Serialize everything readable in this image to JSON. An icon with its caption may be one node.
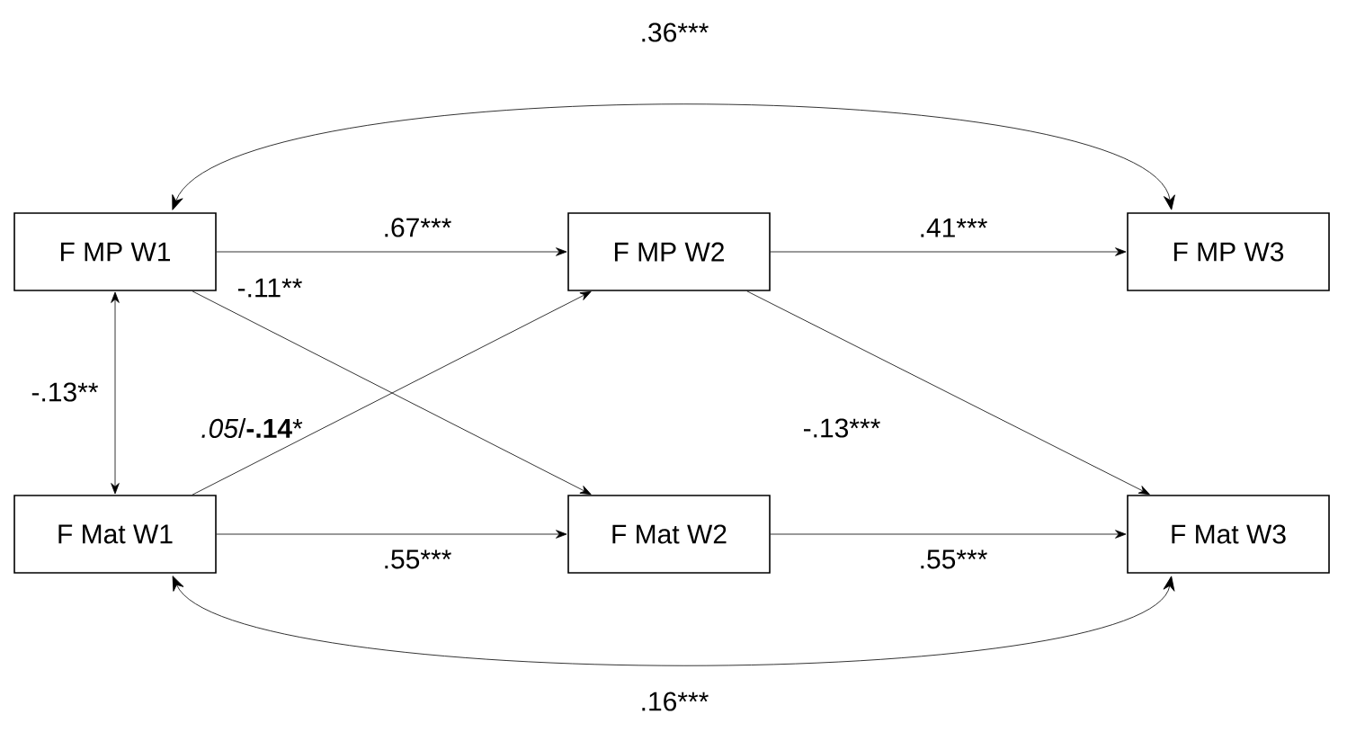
{
  "diagram": {
    "nodes": [
      {
        "text": [
          "F MP W1"
        ]
      },
      {
        "text": [
          "F MP W2"
        ]
      },
      {
        "text": [
          "F MP W3"
        ]
      },
      {
        "text": [
          "F Mat W1"
        ]
      },
      {
        "text": [
          "F Mat W2"
        ]
      },
      {
        "text": [
          "F Mat W3"
        ]
      }
    ],
    "edges": [
      {
        "from": 0,
        "to": 1,
        "arrow": "to",
        "label": ".67***"
      },
      {
        "from": 1,
        "to": 2,
        "arrow": "to",
        "label": ".41***"
      },
      {
        "from": 0,
        "to": 4,
        "arrow": "to",
        "label": "-.11**"
      },
      {
        "from": 3,
        "to": 1,
        "arrow": "to",
        "label": "*.05*/**-.14***"
      },
      {
        "from": 3,
        "to": 4,
        "arrow": "to",
        "label": ".55***"
      },
      {
        "from": 1,
        "to": 5,
        "arrow": "to",
        "label": "-.13***"
      },
      {
        "from": 4,
        "to": 5,
        "arrow": "to",
        "label": ".55***"
      },
      {
        "from": 0,
        "to": 3,
        "arrow": "both",
        "label": "-.13**"
      },
      {
        "from": 0,
        "to": 2,
        "arrow": "both",
        "label": ".36***"
      },
      {
        "from": 3,
        "to": 5,
        "arrow": "both",
        "label": ".16***"
      }
    ]
  }
}
